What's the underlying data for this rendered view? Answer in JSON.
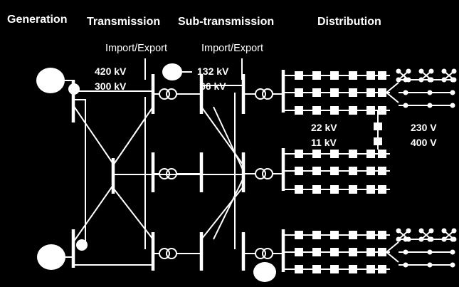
{
  "headers": {
    "generation": "Generation",
    "transmission": "Transmission",
    "subtransmission": "Sub-transmission",
    "distribution": "Distribution"
  },
  "import_export": {
    "transmission": "Import/Export",
    "subtransmission": "Import/Export"
  },
  "voltages": {
    "transmission": [
      "420 kV",
      "300 kV"
    ],
    "subtransmission": [
      "132 kV",
      "66 kV"
    ],
    "medium": [
      "22 kV",
      "11 kV"
    ],
    "low": [
      "230 V",
      "400 V"
    ]
  },
  "colors": {
    "background": "#000000",
    "foreground": "#ffffff"
  }
}
